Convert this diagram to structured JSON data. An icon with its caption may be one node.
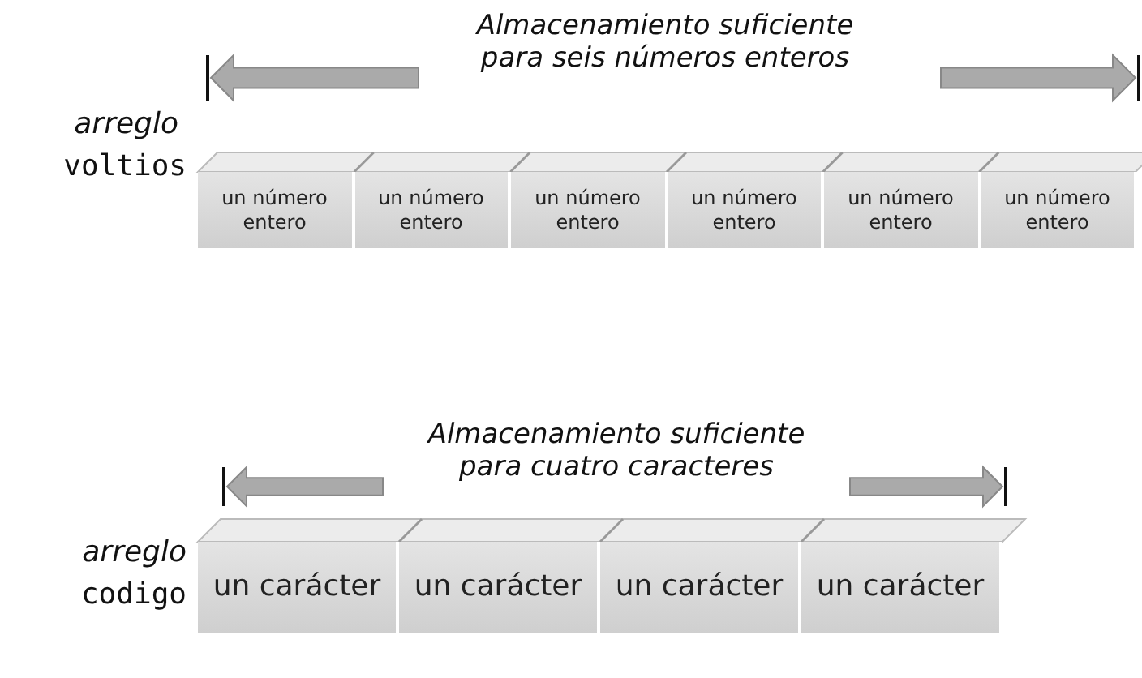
{
  "diagram": {
    "nodes": [
      {
        "text": [
          "un número entero"
        ]
      },
      {
        "text": [
          "un número entero"
        ]
      },
      {
        "text": [
          "un número entero"
        ]
      },
      {
        "text": [
          "un número entero"
        ]
      },
      {
        "text": [
          "un número entero"
        ]
      },
      {
        "text": [
          "un número entero"
        ]
      },
      {
        "text": [
          "un carácter"
        ]
      },
      {
        "text": [
          "un carácter"
        ]
      },
      {
        "text": [
          "un carácter"
        ]
      },
      {
        "text": [
          "un carácter"
        ]
      }
    ],
    "labels": [
      "Almacenamiento suficiente para seis números enteros",
      "arreglo",
      "voltios",
      "Almacenamiento suficiente para cuatro caracteres",
      "arreglo",
      "codigo"
    ]
  }
}
